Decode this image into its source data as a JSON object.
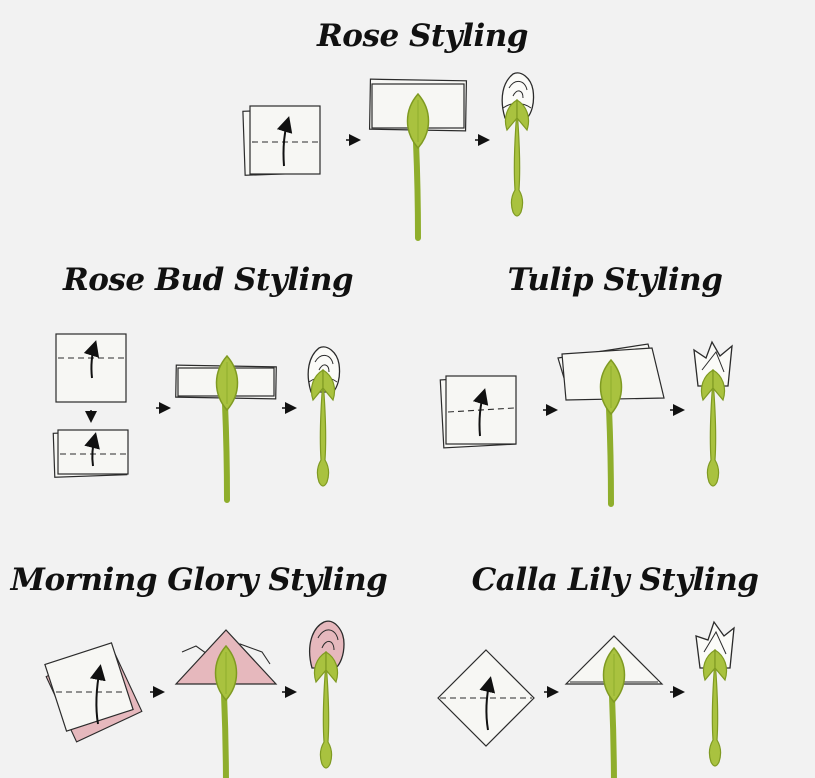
{
  "sections": {
    "rose": {
      "title": "Rose Styling"
    },
    "rose_bud": {
      "title": "Rose Bud Styling"
    },
    "tulip": {
      "title": "Tulip Styling"
    },
    "morning_glory": {
      "title": "Morning Glory Styling"
    },
    "calla_lily": {
      "title": "Calla Lily Styling"
    }
  },
  "colors": {
    "background": "#f2f2f2",
    "napkin": "#f7f7f4",
    "outline": "#2b2b2b",
    "holder_green": "#a9c23f",
    "holder_green_dark": "#7f9a22",
    "pink_napkin": "#e6b8bd"
  },
  "icons": [
    "arrow-right-icon",
    "arrow-down-icon",
    "fold-arrow-icon",
    "napkin-icon",
    "leaf-holder-icon",
    "flower-icon"
  ]
}
